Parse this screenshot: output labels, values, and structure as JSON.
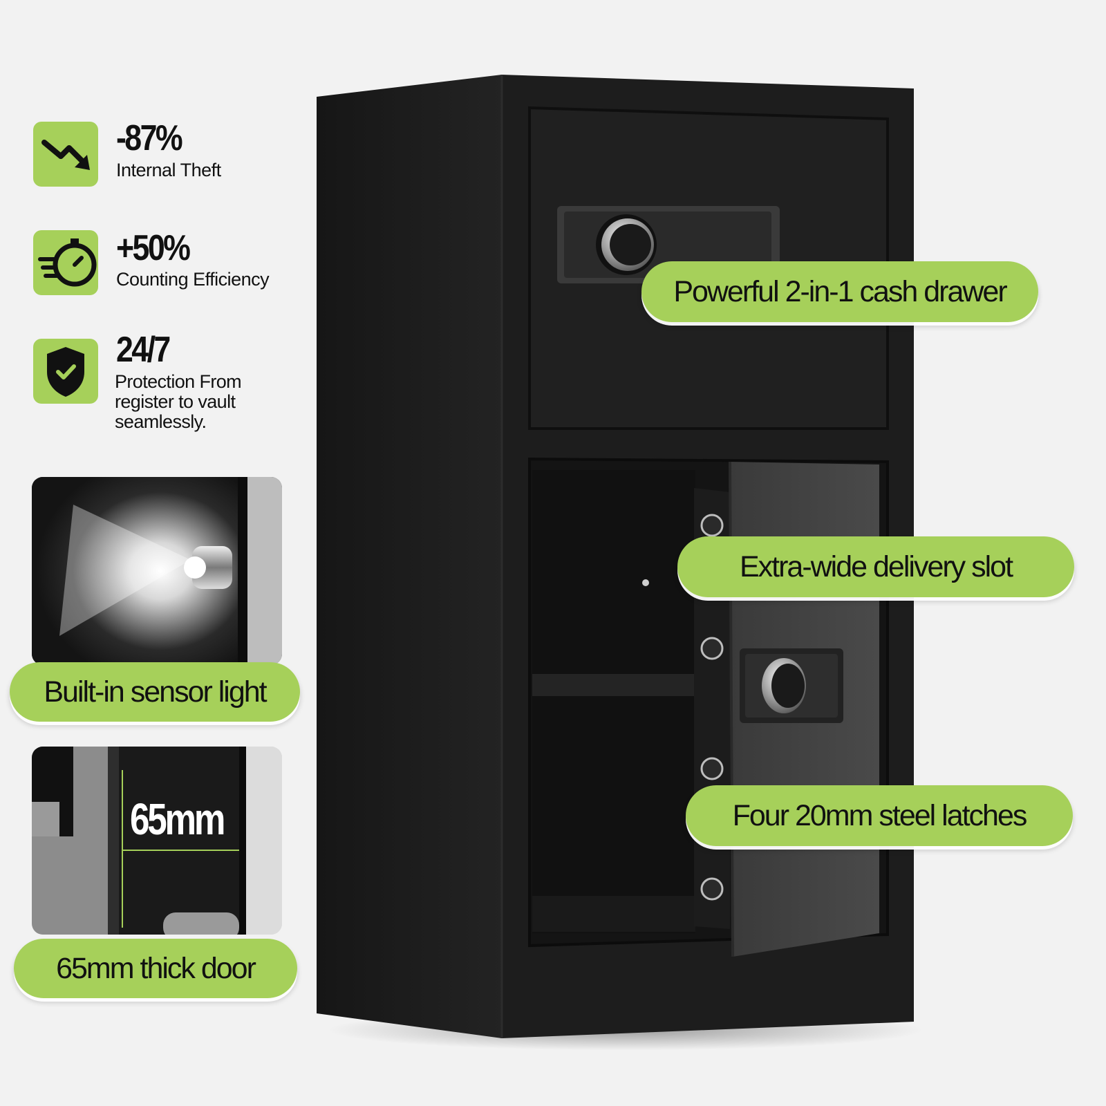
{
  "stats": [
    {
      "value": "-87%",
      "label": "Internal Theft",
      "icon": "trend-down-icon"
    },
    {
      "value": "+50%",
      "label": "Counting Efficiency",
      "icon": "stopwatch-icon"
    },
    {
      "value": "24/7",
      "label": "Protection From register to vault seamlessly.",
      "icon": "shield-check-icon"
    }
  ],
  "features": {
    "sensor_light": "Built-in sensor light",
    "thick_door": "65mm thick door",
    "thickness_callout": "65mm",
    "cash_drawer": "Powerful 2-in-1 cash drawer",
    "delivery_slot": "Extra-wide delivery slot",
    "steel_latches": "Four 20mm steel latches"
  },
  "colors": {
    "accent": "#a6d05a",
    "background": "#f2f2f2",
    "safe_body": "#1c1c1c"
  }
}
